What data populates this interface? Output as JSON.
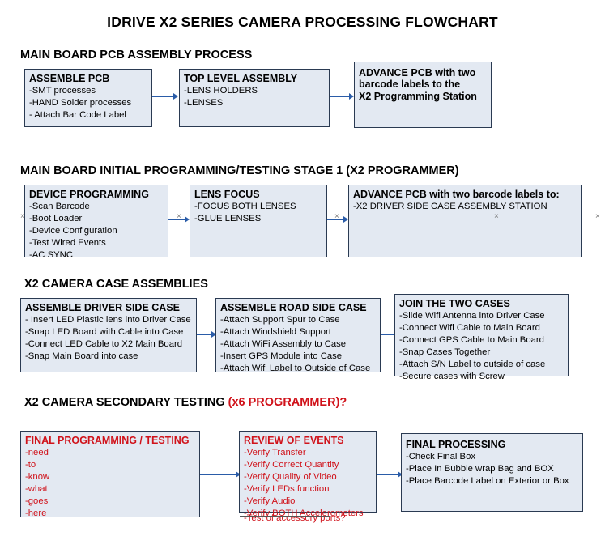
{
  "title": "IDRIVE X2  SERIES CAMERA PROCESSING FLOWCHART",
  "sections": [
    {
      "id": "s1",
      "label": "MAIN BOARD PCB ASSEMBLY PROCESS"
    },
    {
      "id": "s2",
      "label": "MAIN BOARD INITIAL PROGRAMMING/TESTING STAGE 1 (X2 PROGRAMMER)"
    },
    {
      "id": "s3",
      "label": "X2 CAMERA CASE ASSEMBLIES"
    },
    {
      "id": "s4",
      "label": "X2 CAMERA SECONDARY TESTING ",
      "paren": "(x6 PROGRAMMER)?"
    }
  ],
  "boxes": [
    {
      "id": "assemble-pcb",
      "header": "ASSEMBLE PCB",
      "items": [
        "-SMT processes",
        "-HAND Solder processes",
        "- Attach Bar Code Label"
      ]
    },
    {
      "id": "top-level-assembly",
      "header": "TOP LEVEL ASSEMBLY",
      "items": [
        "-LENS HOLDERS",
        "-LENSES"
      ]
    },
    {
      "id": "advance-pcb-station",
      "header": "ADVANCE PCB with two\nbarcode labels to the\nX2 Programming Station",
      "items": []
    },
    {
      "id": "device-programming",
      "header": "DEVICE PROGRAMMING",
      "items": [
        "-Scan Barcode",
        "-Boot Loader",
        "-Device Configuration",
        "-Test Wired Events",
        "-AC SYNC"
      ]
    },
    {
      "id": "lens-focus",
      "header": "LENS FOCUS",
      "items": [
        "-FOCUS BOTH LENSES",
        "-GLUE LENSES"
      ]
    },
    {
      "id": "advance-pcb-driver",
      "header": "ADVANCE PCB with two barcode labels to:",
      "items": [
        "-X2 DRIVER  SIDE  CASE  ASSEMBLY STATION"
      ]
    },
    {
      "id": "assemble-driver-side-case",
      "header": "ASSEMBLE DRIVER SIDE CASE",
      "items": [
        "- Insert LED Plastic lens into Driver Case",
        "-Snap LED Board with Cable into Case",
        "-Connect LED Cable to X2 Main Board",
        "-Snap Main Board into case"
      ]
    },
    {
      "id": "assemble-road-side-case",
      "header": "ASSEMBLE ROAD SIDE CASE",
      "items": [
        "-Attach Support Spur to Case",
        "-Attach Windshield Support",
        "-Attach WiFi Assembly to Case",
        "-Insert GPS Module into Case",
        "-Attach Wifi Label to Outside of Case"
      ]
    },
    {
      "id": "join-the-two-cases",
      "header": "JOIN THE TWO CASES",
      "items": [
        "-Slide Wifi Antenna into Driver Case",
        "-Connect Wifi Cable to Main Board",
        "-Connect GPS Cable to Main Board",
        "-Snap Cases Together",
        "-Attach S/N Label to outside of case",
        "-Secure cases with Screw"
      ]
    },
    {
      "id": "final-programming-testing",
      "header": "FINAL PROGRAMMING / TESTING",
      "items": [
        "-need",
        "-to",
        "-know",
        "-what",
        "-goes",
        "-here"
      ],
      "color": "red"
    },
    {
      "id": "review-of-events",
      "header": "REVIEW OF EVENTS",
      "items": [
        "-Verify Transfer",
        "-Verify Correct Quantity",
        "-Verify Quality of Video",
        "-Verify LEDs function",
        "-Verify Audio",
        "-Verify BOTH Accelerometers",
        "-Test of accessory ports?"
      ],
      "color": "red"
    },
    {
      "id": "final-processing",
      "header": "FINAL PROCESSING",
      "items": [
        "-Check Final Box",
        "-Place In Bubble wrap Bag and BOX",
        "-Place Barcode Label on Exterior or Box"
      ]
    }
  ],
  "colors": {
    "box_fill": "#e3e9f2",
    "box_border": "#2a3a52",
    "accent_red": "#d0121a",
    "connector": "#2a5ca8"
  }
}
